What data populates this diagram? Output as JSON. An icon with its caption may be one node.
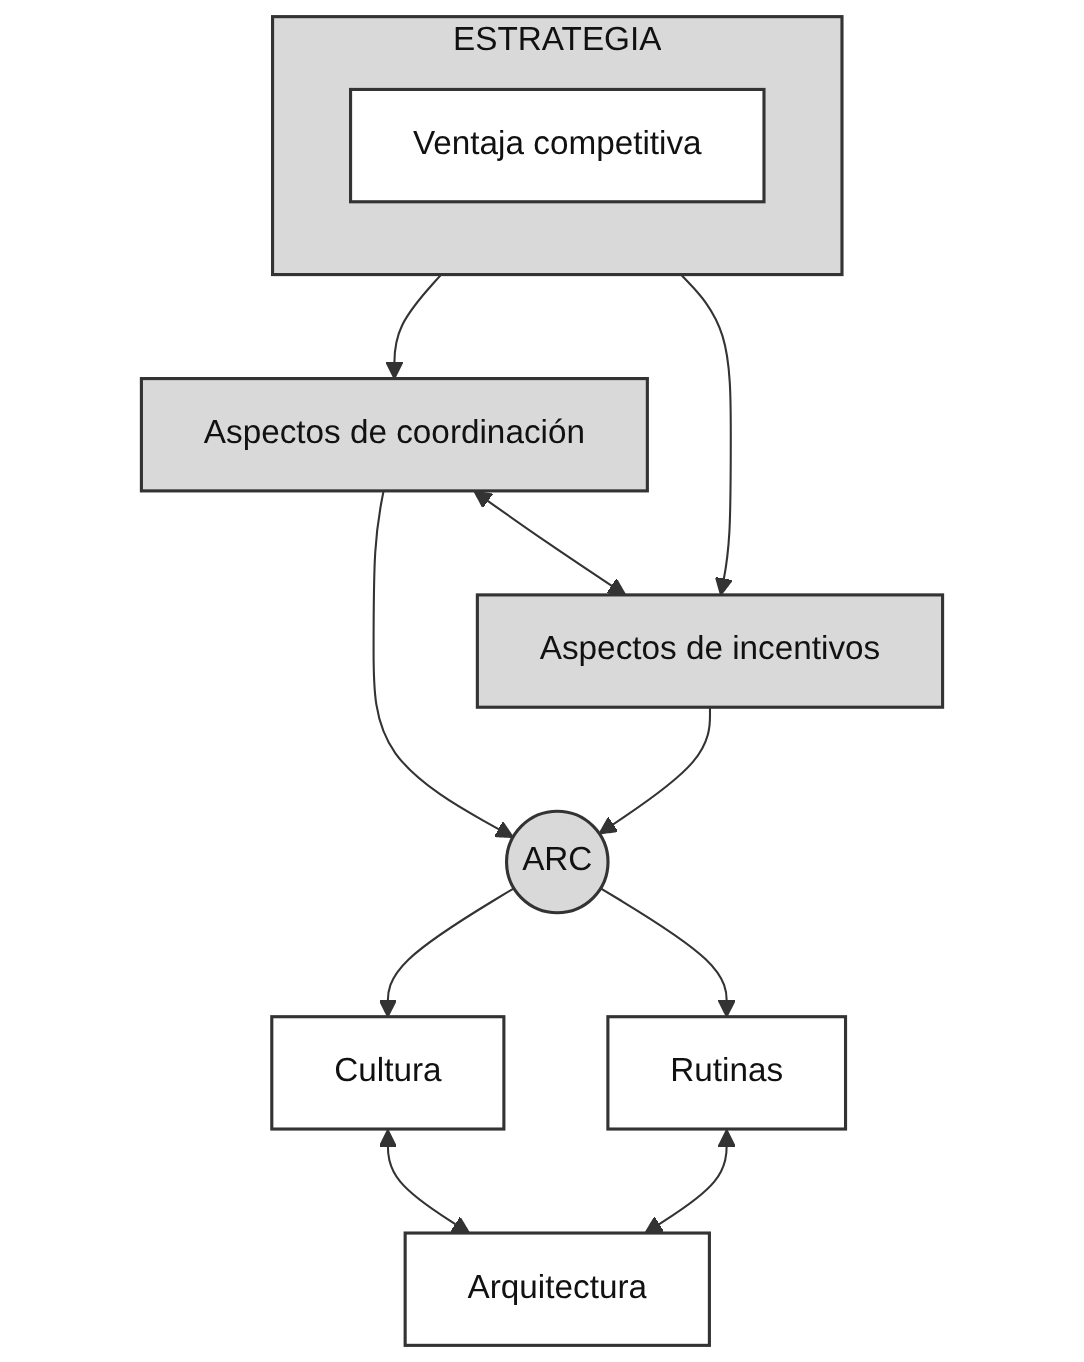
{
  "diagram": {
    "nodes": [
      {
        "text": [
          "ESTRATEGIA"
        ]
      },
      {
        "text": [
          "Ventaja competitiva"
        ],
        "in": 0
      },
      {
        "text": [
          "Aspectos de coordinación"
        ]
      },
      {
        "text": [
          "Aspectos de incentivos"
        ]
      },
      {
        "text": [
          "ARC"
        ]
      },
      {
        "text": [
          "Cultura"
        ]
      },
      {
        "text": [
          "Rutinas"
        ]
      },
      {
        "text": [
          "Arquitectura"
        ]
      }
    ],
    "edges": [
      {
        "from": 0,
        "to": 2,
        "arrow": "to"
      },
      {
        "from": 0,
        "to": 3,
        "arrow": "to"
      },
      {
        "from": 2,
        "to": 3,
        "arrow": "both"
      },
      {
        "from": 2,
        "to": 4,
        "arrow": "to"
      },
      {
        "from": 3,
        "to": 4,
        "arrow": "to"
      },
      {
        "from": 4,
        "to": 5,
        "arrow": "to"
      },
      {
        "from": 4,
        "to": 6,
        "arrow": "to"
      },
      {
        "from": 5,
        "to": 7,
        "arrow": "both"
      },
      {
        "from": 6,
        "to": 7,
        "arrow": "both"
      }
    ]
  }
}
